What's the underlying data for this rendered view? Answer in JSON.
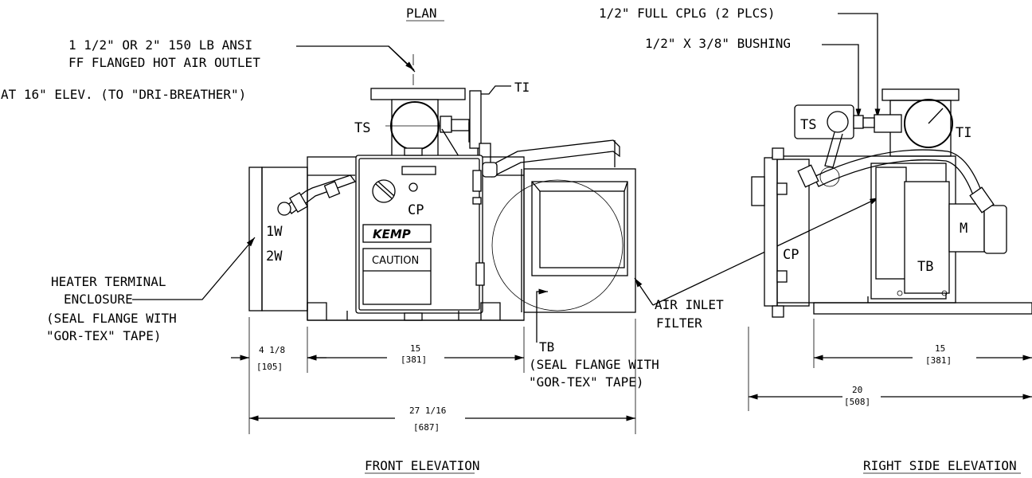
{
  "views": {
    "plan_title": "PLAN",
    "front_title": "FRONT ELEVATION",
    "side_title": "RIGHT SIDE ELEVATION"
  },
  "callouts": {
    "outlet": [
      "1 1/2\" OR 2\" 150 LB ANSI",
      "FF FLANGED HOT AIR OUTLET",
      "AT 16\" ELEV. (TO \"DRI-BREATHER\")"
    ],
    "coupling": "1/2\" FULL CPLG (2 PLCS)",
    "bushing": "1/2\" X 3/8\" BUSHING",
    "heater_enclosure": [
      "HEATER TERMINAL",
      "ENCLOSURE",
      "(SEAL FLANGE WITH",
      "\"GOR-TEX\" TAPE)"
    ],
    "tb_front": [
      "TB",
      "(SEAL FLANGE WITH",
      "\"GOR-TEX\" TAPE)"
    ],
    "air_inlet": [
      "AIR INLET",
      "FILTER"
    ]
  },
  "front_labels": {
    "ts": "TS",
    "ti": "TI",
    "cp": "CP",
    "w1": "1W",
    "w2": "2W",
    "logo": "KEMP",
    "caution": "CAUTION"
  },
  "side_labels": {
    "ts": "TS",
    "ti": "TI",
    "cp": "CP",
    "tb": "TB",
    "m": "M"
  },
  "dimensions": {
    "front_a": {
      "in": "4 1/8",
      "mm": "[105]"
    },
    "front_b": {
      "in": "15",
      "mm": "[381]"
    },
    "front_total": {
      "in": "27 1/16",
      "mm": "[687]"
    },
    "side_a": {
      "in": "15",
      "mm": "[381]"
    },
    "side_total": {
      "in": "20",
      "mm": "[508]"
    }
  }
}
